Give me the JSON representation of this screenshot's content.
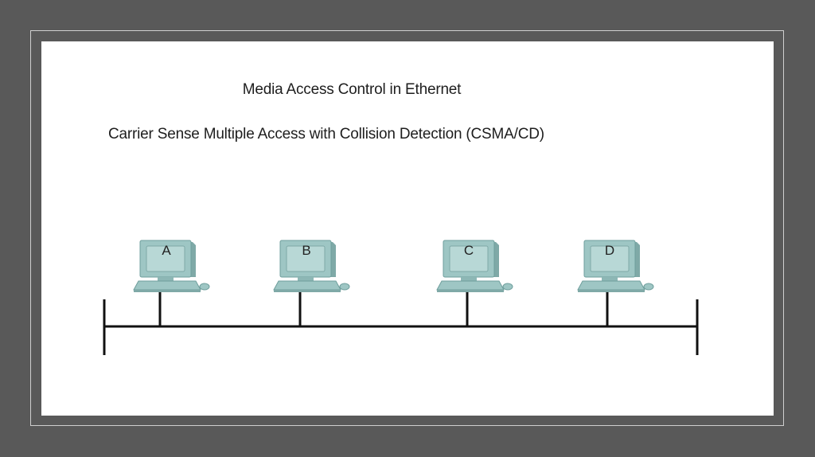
{
  "diagram": {
    "title": "Media Access Control in Ethernet",
    "subtitle": "Carrier Sense Multiple Access with Collision Detection (CSMA/CD)",
    "stations": [
      "A",
      "B",
      "C",
      "D"
    ],
    "colors": {
      "monitor": "#9ec6c4",
      "monitor_dark": "#6e9e9c",
      "screen": "#b8d8d6",
      "bus": "#111111",
      "background": "#ffffff",
      "frame": "#595959"
    }
  }
}
